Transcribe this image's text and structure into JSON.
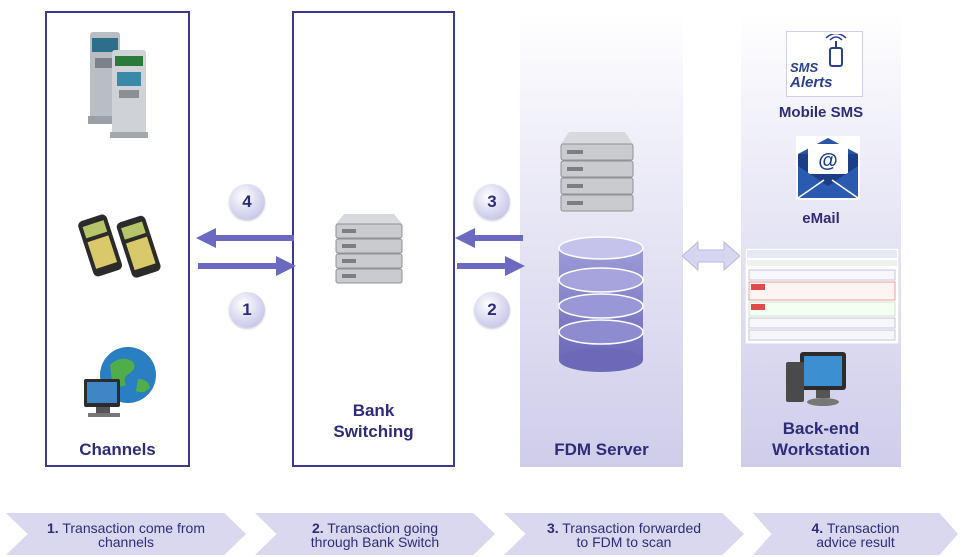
{
  "panels": {
    "channels": "Channels",
    "bank_switch_line1": "Bank",
    "bank_switch_line2": "Switching",
    "fdm_server": "FDM Server",
    "backend_line1": "Back-end",
    "backend_line2": "Workstation"
  },
  "backend_items": {
    "mobile_sms": "Mobile SMS",
    "email": "eMail",
    "sms_logo_line1": "SMS",
    "sms_logo_line2": "Alerts"
  },
  "flow_numbers": [
    "1",
    "2",
    "3",
    "4"
  ],
  "steps": [
    {
      "num": "1.",
      "line1": "Transaction come from",
      "line2": "channels"
    },
    {
      "num": "2.",
      "line1": "Transaction going",
      "line2": "through Bank Switch"
    },
    {
      "num": "3.",
      "line1": "Transaction forwarded",
      "line2": "to FDM to scan"
    },
    {
      "num": "4.",
      "line1": "Transaction",
      "line2": "advice result"
    }
  ],
  "colors": {
    "accent": "#3b3a8c",
    "arrow": "#6b69c2",
    "step_bg": "#d9d8ee"
  }
}
